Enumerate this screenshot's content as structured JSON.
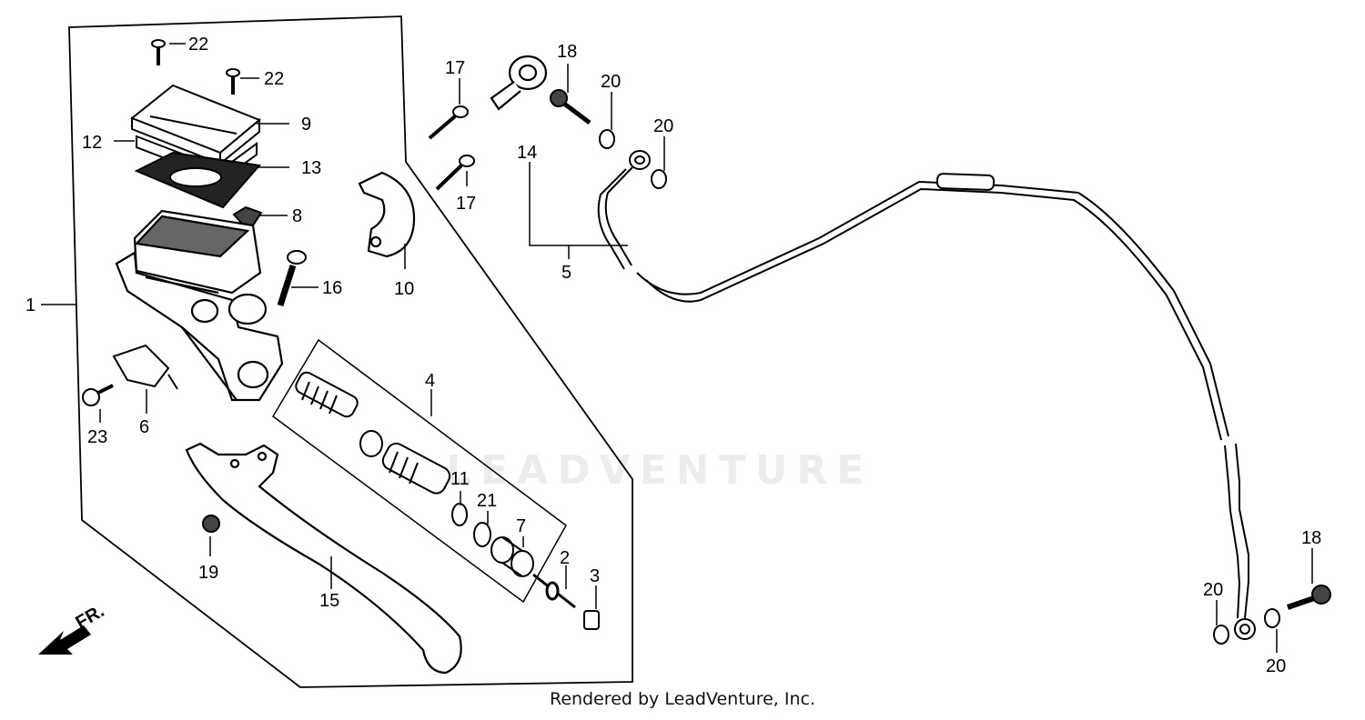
{
  "footer": "Rendered by LeadVenture, Inc.",
  "watermark": "LEADVENTURE",
  "direction_label": "FR.",
  "callouts": {
    "c1": "1",
    "c2": "2",
    "c3": "3",
    "c4": "4",
    "c5": "5",
    "c6": "6",
    "c7": "7",
    "c8": "8",
    "c9": "9",
    "c10": "10",
    "c11": "11",
    "c12": "12",
    "c13": "13",
    "c14": "14",
    "c15": "15",
    "c16": "16",
    "c17a": "17",
    "c17b": "17",
    "c18a": "18",
    "c18b": "18",
    "c19": "19",
    "c20a": "20",
    "c20b": "20",
    "c20c": "20",
    "c20d": "20",
    "c21": "21",
    "c22a": "22",
    "c22b": "22",
    "c23": "23"
  },
  "colors": {
    "line": "#000000",
    "background": "#ffffff"
  }
}
